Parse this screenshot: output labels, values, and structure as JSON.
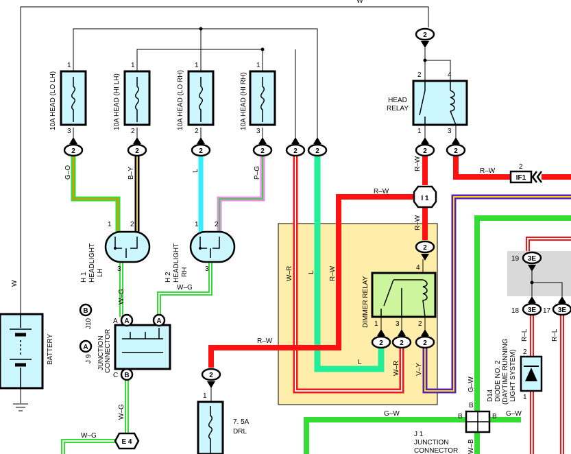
{
  "wire_colors": {
    "green": "#33dd33",
    "orange": "#ff8800",
    "black": "#000000",
    "yellow": "#ffdd00",
    "cyan": "#33eeff",
    "pink": "#ee88ee",
    "red": "#ff1111",
    "white": "#ffffff",
    "violet": "#5522bb",
    "teal": "#22ee99",
    "fuse_fill": "#ccf7ff",
    "relay_fill": "#ccf7ff",
    "dimmer_fill": "#ccf59e",
    "panel_fill": "#ffeeaa",
    "diode_fill": "#ccf7ff",
    "gray_block": "#d9d9d9"
  },
  "fuses": [
    {
      "name": "10A HEAD (LO LH)",
      "pin_top": "1",
      "pin_bottom": "3",
      "connector": "2",
      "wire": "G–O"
    },
    {
      "name": "10A HEAD (HI LH)",
      "pin_top": "1",
      "pin_bottom": "2",
      "connector": "2",
      "wire": "B–Y"
    },
    {
      "name": "10A HEAD (LO RH)",
      "pin_top": "1",
      "pin_bottom": "2",
      "connector": "2",
      "wire": "L"
    },
    {
      "name": "10A HEAD (HI RH)",
      "pin_top": "1",
      "pin_bottom": "3",
      "connector": "2",
      "wire": "P–G"
    }
  ],
  "top_wire": "W",
  "battery": {
    "label": "BATTERY",
    "wire": "W"
  },
  "head_relay": {
    "label_line1": "HEAD",
    "label_line2": "RELAY",
    "pins": [
      "2",
      "4",
      "1",
      "3"
    ],
    "top_connector": "2",
    "wire_left": "R–W",
    "wire_right": "R–W",
    "conn_left": "2",
    "conn_right": "2"
  },
  "if1": {
    "code": "IF1",
    "pin": "2"
  },
  "i1": {
    "code": "I 1"
  },
  "headlight_lh": {
    "code": "H 1",
    "name1": "HEADLIGHT",
    "name2": "LH",
    "pin1": "1",
    "pin2": "2",
    "pin3": "3",
    "wire_down": "W–G"
  },
  "headlight_rh": {
    "code": "H 2",
    "name1": "HEADLIGHT",
    "name2": "RH",
    "pin1": "1",
    "pin2": "2",
    "pin3": "3",
    "wire_down": "W–G"
  },
  "junction": {
    "code1": "J 9",
    "code2": "J10",
    "name1": "JUNCTION",
    "name2": "CONNECTOR",
    "pin_a": "A",
    "pin_b": "B",
    "pin_c": "C",
    "wire_down": "W–G"
  },
  "e4": {
    "code": "E 4",
    "wire": "W–G"
  },
  "drl_fuse": {
    "name1": "7. 5A",
    "name2": "DRL",
    "pin": "1",
    "connector": "2",
    "wire": "R–W"
  },
  "dimmer": {
    "label": "DIMMER RELAY",
    "pin_top": "4",
    "pin1": "1",
    "pin2": "3",
    "pin3": "2",
    "conn_top": "2",
    "conn_b1": "2",
    "conn_b2": "2",
    "conn_b3": "2",
    "wire_wr": "W–R",
    "wire_l": "L",
    "wire_rw": "R–W",
    "wire_l_bottom": "L",
    "wire_wr_bottom": "W–R",
    "wire_vy": "V–Y",
    "wire_rw_top": "R–W"
  },
  "diode": {
    "code": "D14",
    "name1": "DIODE NO. 2",
    "name2": "(DAYTIME RUNNING",
    "name3": "LIGHT SYSTEM)",
    "pin_top": "2",
    "pin_bottom": "1",
    "wire": "R–L"
  },
  "block_3e": {
    "c19": "3E",
    "p19": "19",
    "c18": "3E",
    "p18": "18",
    "c17": "3E",
    "p17": "17",
    "wire_17": "R–L"
  },
  "j1": {
    "code": "J 1",
    "name1": "JUNCTION",
    "name2": "CONNECTOR",
    "pin_b": "B",
    "wire_left": "G–W",
    "wire_right": "G–W",
    "wire_up": "G–W",
    "wire_down": "W–B"
  }
}
